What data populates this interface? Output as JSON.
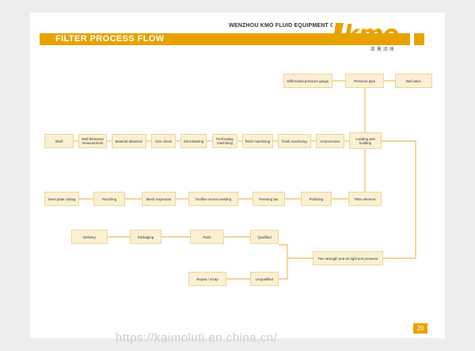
{
  "header": {
    "company": "WENZHOU KMO FLUID EQUIPMENT CO.,LTD",
    "title": "FILTER PROCESS FLOW",
    "logo_text": "kmo",
    "logo_subtitle": "凯 莫 流 体",
    "page_number": "20"
  },
  "watermark": "https://kaimoluti.en.china.cn/",
  "colors": {
    "accent": "#e8a200",
    "box_fill": "#fbf0d3",
    "box_border": "#ecd69a",
    "connector": "#e5a92a"
  },
  "flow": {
    "top_row": [
      "Differential pressure gauge",
      "Pressure pipe",
      "Ball valve"
    ],
    "row1": [
      "Shell",
      "Wall thickness measurement",
      "Material detection",
      "Size check",
      "Shot blasting",
      "Perforating machining",
      "finish machining",
      "finish machining",
      "Anticorrosive",
      "Loading and building"
    ],
    "row2": [
      "Steel plate cutting",
      "Punching",
      "Mesh inspection",
      "Toolfine screen welding",
      "Pressing bar",
      "Polishing",
      "Filter element"
    ],
    "row3": [
      "Delivery",
      "Packaging",
      "Paint",
      "Qualified"
    ],
    "test": "Two strength and air tight test pressure",
    "row4": [
      "Repair / scrap",
      "Unqualified"
    ]
  }
}
